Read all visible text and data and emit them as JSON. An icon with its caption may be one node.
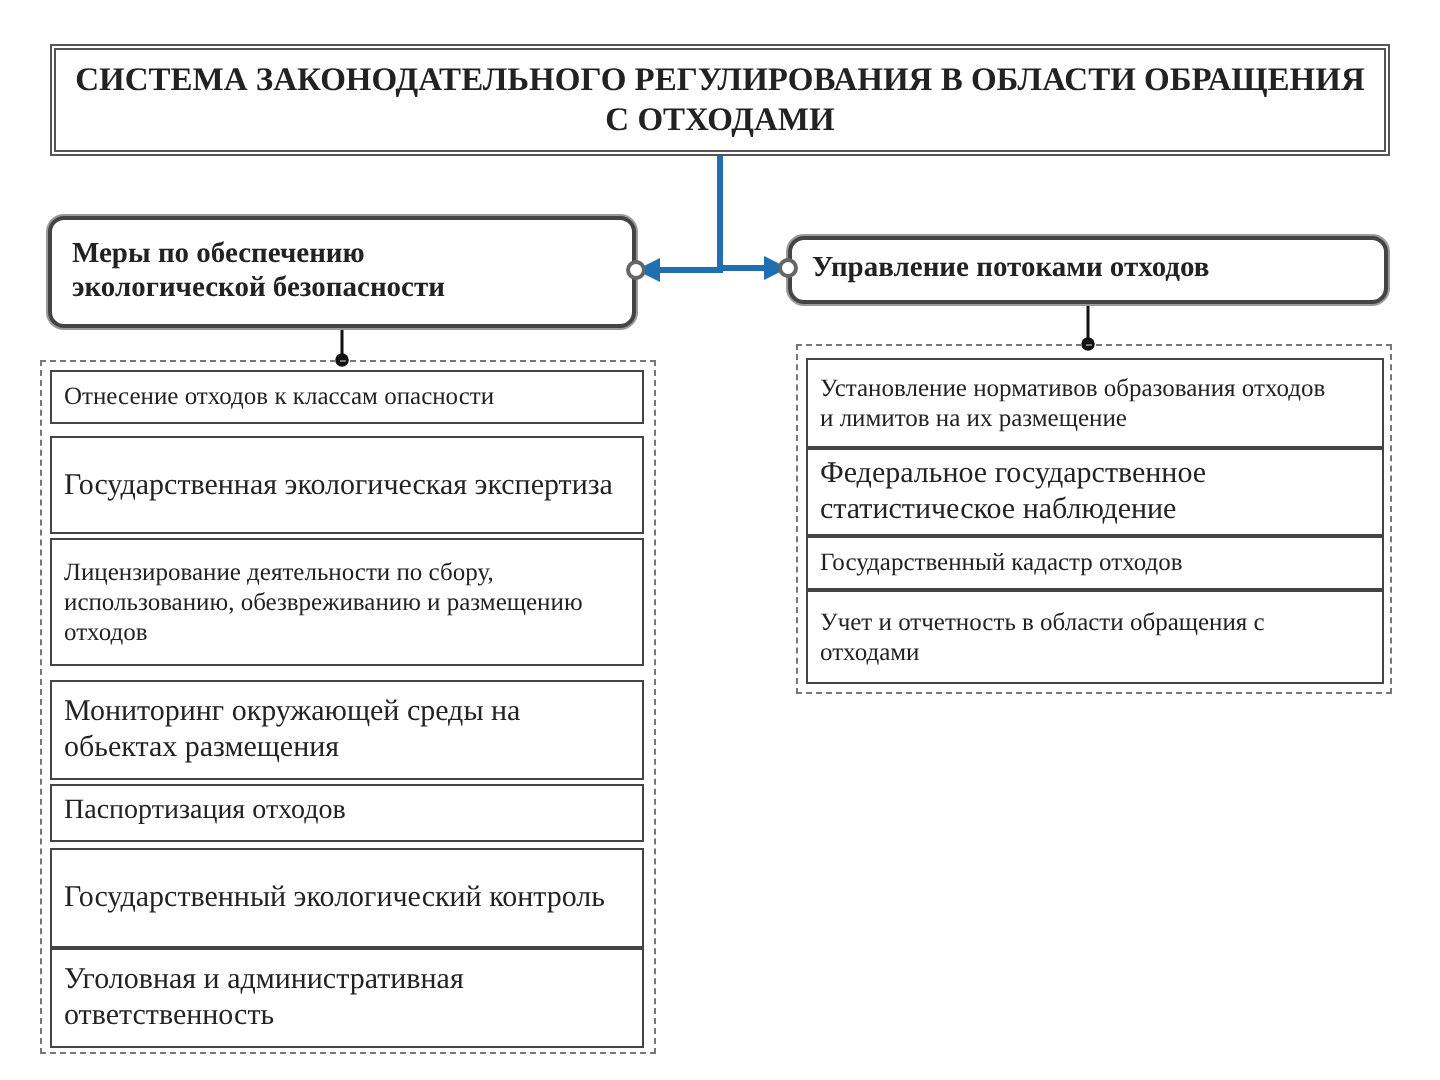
{
  "diagram": {
    "nodes": [
      {
        "text": [
          "СИСТЕМА ЗАКОНОДАТЕЛЬНОГО РЕГУЛИРОВАНИЯ  В ОБЛАСТИ ОБРАЩЕНИЯ С ОТХОДАМИ"
        ]
      },
      {
        "text": [
          "Меры по обеспечению экологической безопасности"
        ]
      },
      {
        "text": [
          "Управление потоками отходов"
        ]
      },
      {
        "text": [],
        "shape": "box"
      },
      {
        "text": [
          "Отнесение  отходов к классам  опасности"
        ],
        "in": 3
      },
      {
        "text": [
          "Государственная экологическая экспертиза"
        ],
        "in": 3
      },
      {
        "text": [
          "Лицензирование  деятельности  по сбору, использованию, обезвреживанию  и размещению  отходов"
        ],
        "in": 3
      },
      {
        "text": [
          "Мониторинг окружающей среды на обьектах размещения"
        ],
        "in": 3
      },
      {
        "text": [
          "Паспортизация отходов"
        ],
        "in": 3
      },
      {
        "text": [
          "Государственный экологический контроль"
        ],
        "in": 3
      },
      {
        "text": [
          "Уголовная и административная ответственность"
        ],
        "in": 3
      },
      {
        "text": [],
        "shape": "box"
      },
      {
        "text": [
          "Установление  нормативов образования отходов и лимитов  на их размещение"
        ],
        "in": 11
      },
      {
        "text": [
          "Федеральное государственное статистическое наблюдение"
        ],
        "in": 11
      },
      {
        "text": [
          "Государственный  кадастр  отходов"
        ],
        "in": 11
      },
      {
        "text": [
          "Учет и отчетность в области обращения с отходами"
        ],
        "in": 11
      }
    ],
    "edges": [
      {
        "from": 0,
        "to": 1,
        "arrow": "to",
        "color": "#1f6fb2",
        "style": "thick"
      },
      {
        "from": 0,
        "to": 2,
        "arrow": "to",
        "color": "#1f6fb2",
        "style": "thick"
      },
      {
        "from": 1,
        "to": 3,
        "arrow": "other",
        "color": "#111111"
      },
      {
        "from": 2,
        "to": 11,
        "arrow": "other",
        "color": "#111111"
      }
    ]
  }
}
